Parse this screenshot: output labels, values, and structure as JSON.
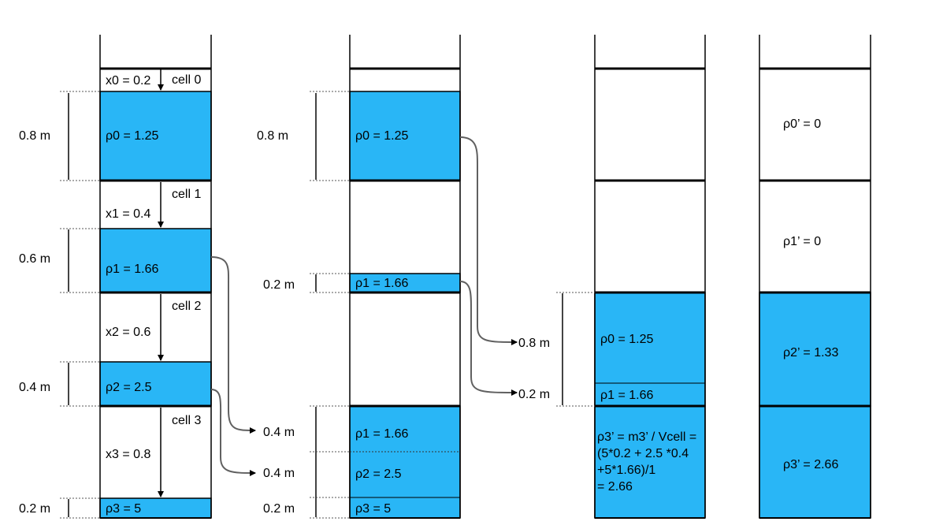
{
  "colors": {
    "fill": "#29b6f6",
    "stroke": "#000000",
    "connector": "#606060",
    "dotted": "#555555"
  },
  "col1": {
    "cells": [
      {
        "name": "cell 0",
        "x_label": "x0 = 0.2",
        "rho_label": "ρ0 = 1.25",
        "height_label": "0.8 m"
      },
      {
        "name": "cell 1",
        "x_label": "x1 = 0.4",
        "rho_label": "ρ1 = 1.66",
        "height_label": "0.6 m"
      },
      {
        "name": "cell 2",
        "x_label": "x2 = 0.6",
        "rho_label": "ρ2 = 2.5",
        "height_label": "0.4 m"
      },
      {
        "name": "cell 3",
        "x_label": "x3 = 0.8",
        "rho_label": "ρ3 = 5",
        "height_label": "0.2 m"
      }
    ]
  },
  "col2": {
    "blocks": [
      {
        "rho_label": "ρ0 = 1.25",
        "height_label": "0.8 m"
      },
      {
        "rho_label": "ρ1 = 1.66",
        "height_label": "0.2 m"
      }
    ],
    "bottom_parts": [
      {
        "rho_label": "ρ1 = 1.66"
      },
      {
        "rho_label": "ρ2 = 2.5"
      },
      {
        "rho_label": "ρ3 = 5",
        "height_label": "0.2 m"
      }
    ],
    "arrow_labels": [
      "0.4 m",
      "0.4 m"
    ]
  },
  "col3": {
    "arrow_labels": [
      "0.8 m",
      "0.2 m"
    ],
    "cell2_labels": [
      "ρ0 = 1.25",
      "ρ1 = 1.66"
    ],
    "cell3_lines": [
      "ρ3’ = m3’ / Vcell =",
      "(5*0.2 + 2.5 *0.4",
      "+5*1.66)/1",
      "= 2.66"
    ]
  },
  "col4": {
    "labels": [
      "ρ0’ = 0",
      "ρ1’ = 0",
      "ρ2’ = 1.33",
      "ρ3’ = 2.66"
    ]
  }
}
